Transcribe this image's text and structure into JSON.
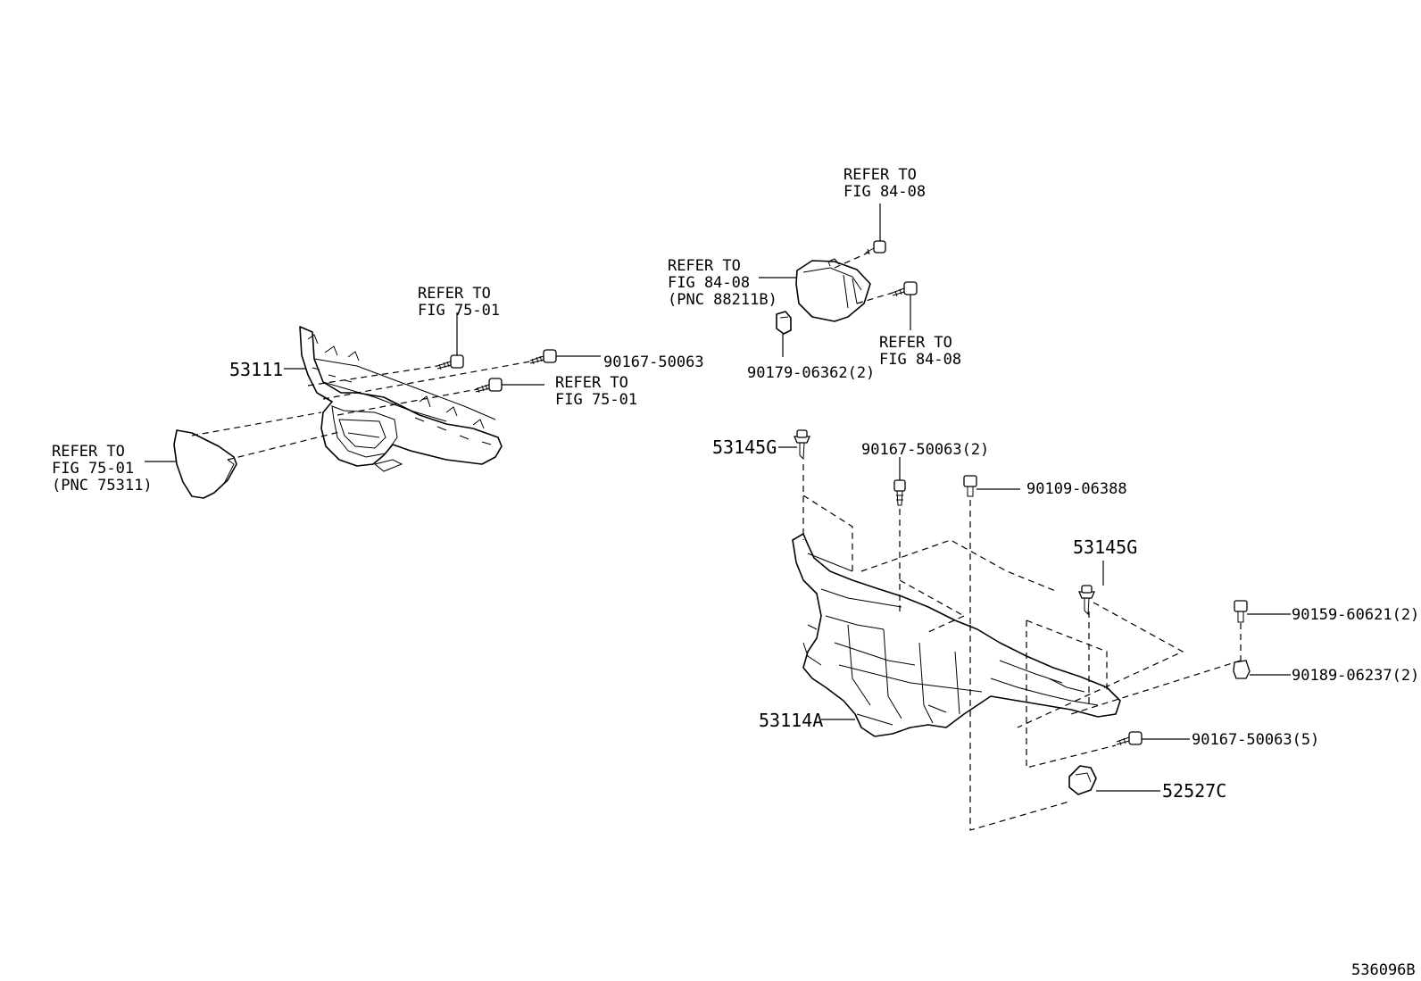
{
  "diagram": {
    "figure_code": "536096B",
    "callouts": [
      {
        "id": "c_53111",
        "text": "53111"
      },
      {
        "id": "c_refer_75_top_1",
        "text": "REFER TO"
      },
      {
        "id": "c_refer_75_top_2",
        "text": "FIG 75-01"
      },
      {
        "id": "c_90167_top",
        "text": "90167-50063"
      },
      {
        "id": "c_refer_75_mid_1",
        "text": "REFER TO"
      },
      {
        "id": "c_refer_75_mid_2",
        "text": "FIG 75-01"
      },
      {
        "id": "c_refer_75_left_1",
        "text": "REFER TO"
      },
      {
        "id": "c_refer_75_left_2",
        "text": "FIG 75-01"
      },
      {
        "id": "c_refer_75_left_3",
        "text": "(PNC 75311)"
      },
      {
        "id": "c_refer_84_top_1",
        "text": "REFER TO"
      },
      {
        "id": "c_refer_84_top_2",
        "text": "FIG 84-08"
      },
      {
        "id": "c_refer_84_left_1",
        "text": "REFER TO"
      },
      {
        "id": "c_refer_84_left_2",
        "text": "FIG 84-08"
      },
      {
        "id": "c_refer_84_left_3",
        "text": "(PNC 88211B)"
      },
      {
        "id": "c_refer_84_right_1",
        "text": "REFER TO"
      },
      {
        "id": "c_refer_84_right_2",
        "text": "FIG 84-08"
      },
      {
        "id": "c_90179",
        "text": "90179-06362(2)"
      },
      {
        "id": "c_53145g_a",
        "text": "53145G"
      },
      {
        "id": "c_90167_2",
        "text": "90167-50063(2)"
      },
      {
        "id": "c_90109",
        "text": "90109-06388"
      },
      {
        "id": "c_53145g_b",
        "text": "53145G"
      },
      {
        "id": "c_90159",
        "text": "90159-60621(2)"
      },
      {
        "id": "c_90189",
        "text": "90189-06237(2)"
      },
      {
        "id": "c_53114a",
        "text": "53114A"
      },
      {
        "id": "c_90167_5",
        "text": "90167-50063(5)"
      },
      {
        "id": "c_52527c",
        "text": "52527C"
      }
    ]
  }
}
